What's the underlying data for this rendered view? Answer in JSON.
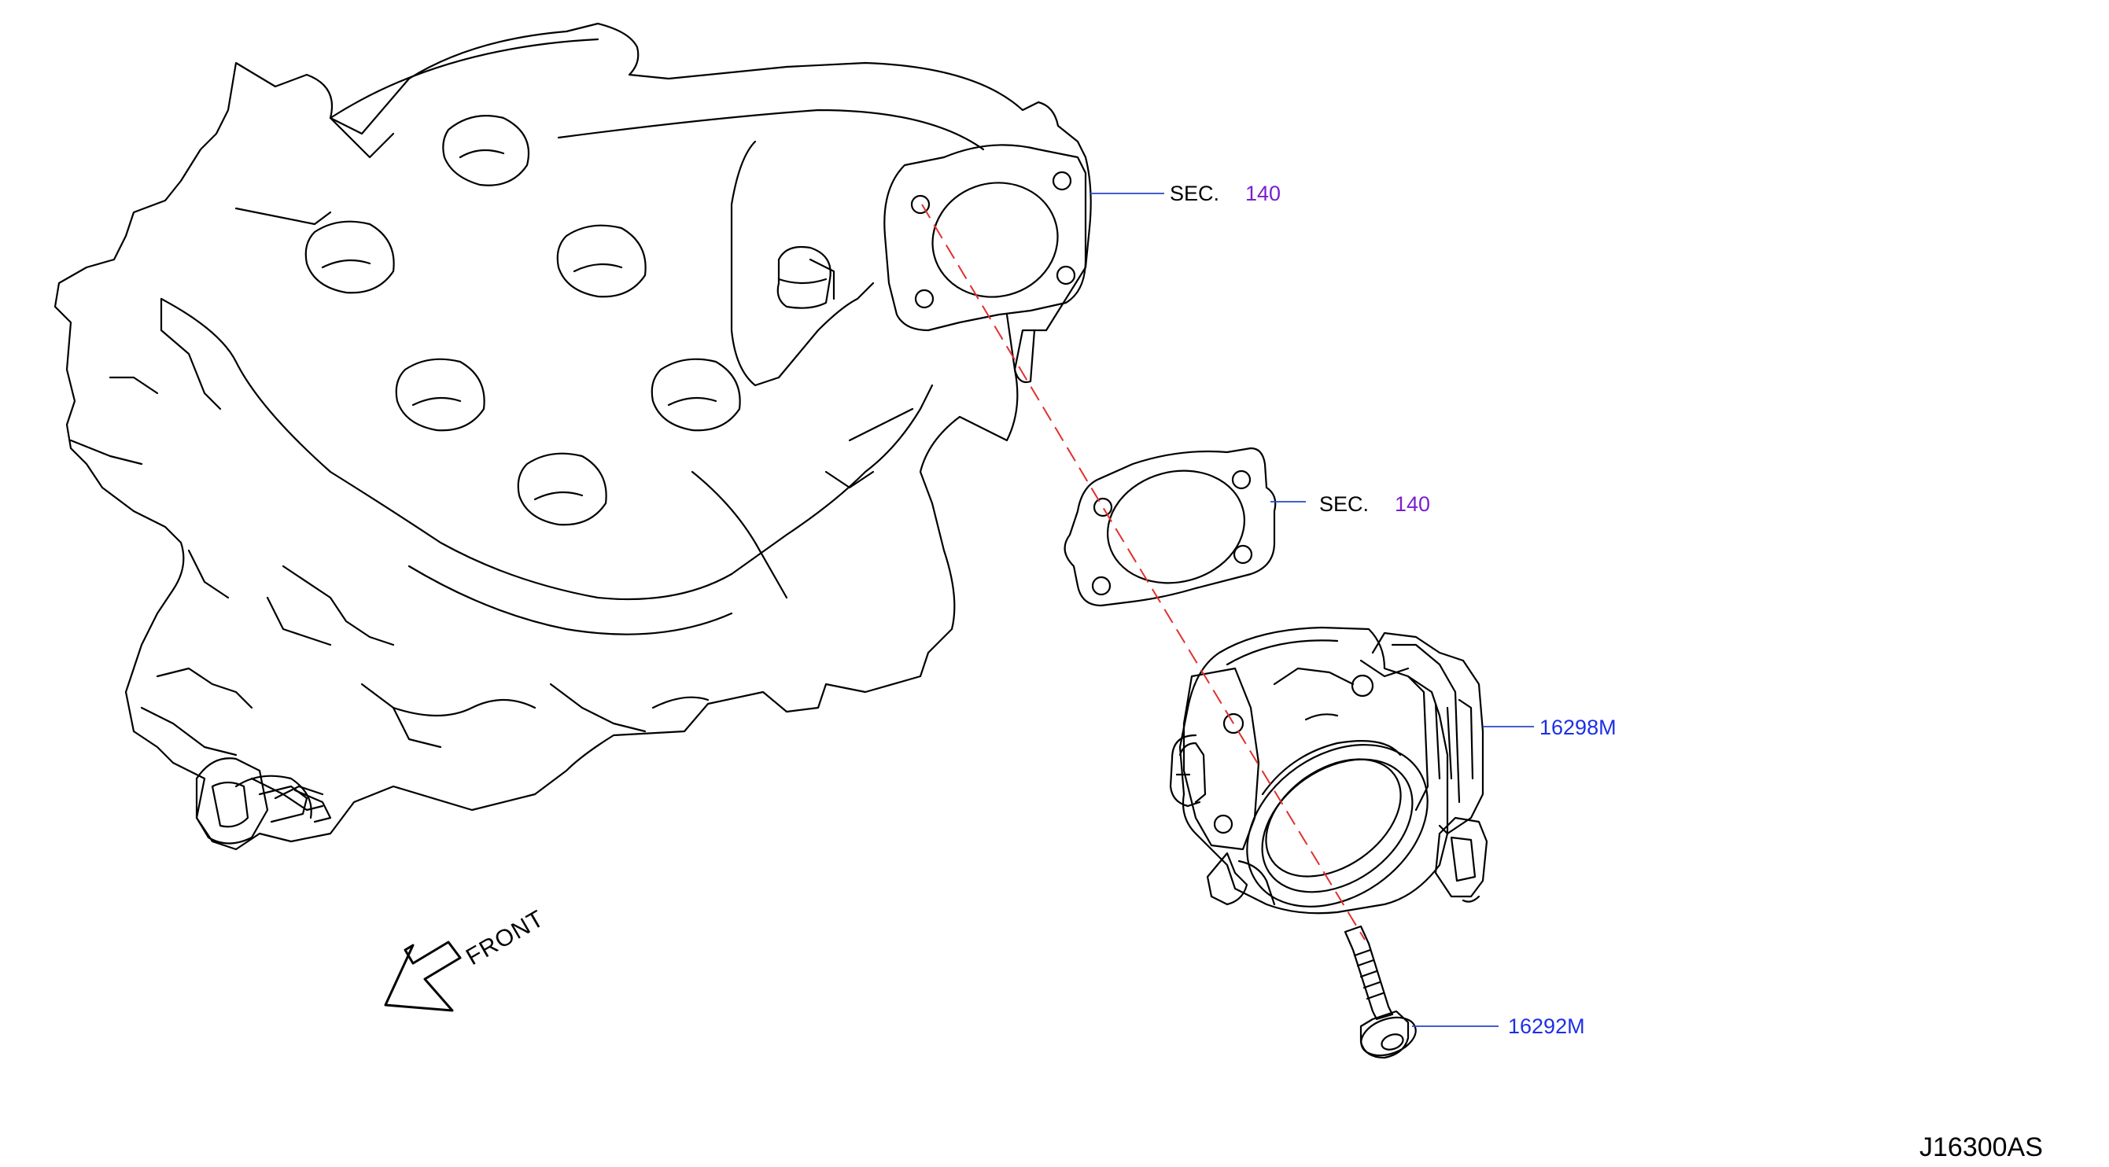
{
  "callouts": {
    "sec_upper": {
      "prefix": "SEC.",
      "number": "140"
    },
    "sec_lower": {
      "prefix": "SEC.",
      "number": "140"
    },
    "throttle_body": {
      "part_number": "16298M"
    },
    "bolt": {
      "part_number": "16292M"
    }
  },
  "front_arrow": {
    "label": "FRONT"
  },
  "diagram_id": "J16300AS",
  "colors": {
    "section_ref": "#7a1fd0",
    "part_number": "#1d2fe6",
    "leader_line": "#2a46c8",
    "alignment_line": "#e0302e"
  }
}
